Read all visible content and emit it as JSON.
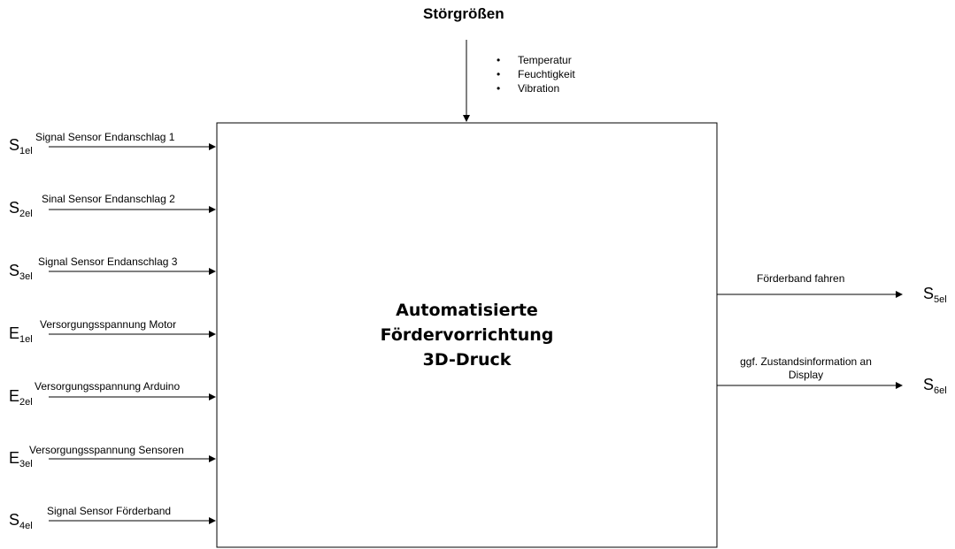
{
  "disturbances": {
    "title": "Störgrößen",
    "items": [
      "Temperatur",
      "Feuchtigkeit",
      "Vibration"
    ]
  },
  "system": {
    "lines": [
      "Automatisierte",
      "Fördervorrichtung",
      "3D-Druck"
    ]
  },
  "inputs": [
    {
      "label": "Signal Sensor Endanschlag 1",
      "letter": "S",
      "sub": "1el"
    },
    {
      "label": "Sinal Sensor Endanschlag 2",
      "letter": "S",
      "sub": "2el"
    },
    {
      "label": "Signal Sensor Endanschlag 3",
      "letter": "S",
      "sub": "3el"
    },
    {
      "label": "Versorgungsspannung Motor",
      "letter": "E",
      "sub": "1el"
    },
    {
      "label": "Versorgungsspannung Arduino",
      "letter": "E",
      "sub": "2el"
    },
    {
      "label": "Versorgungsspannung Sensoren",
      "letter": "E",
      "sub": "3el"
    },
    {
      "label": "Signal Sensor Förderband",
      "letter": "S",
      "sub": "4el"
    }
  ],
  "outputs": [
    {
      "label": "Förderband fahren",
      "letter": "S",
      "sub": "5el"
    },
    {
      "label": "ggf. Zustandsinformation an",
      "label2": "Display",
      "letter": "S",
      "sub": "6el"
    }
  ]
}
